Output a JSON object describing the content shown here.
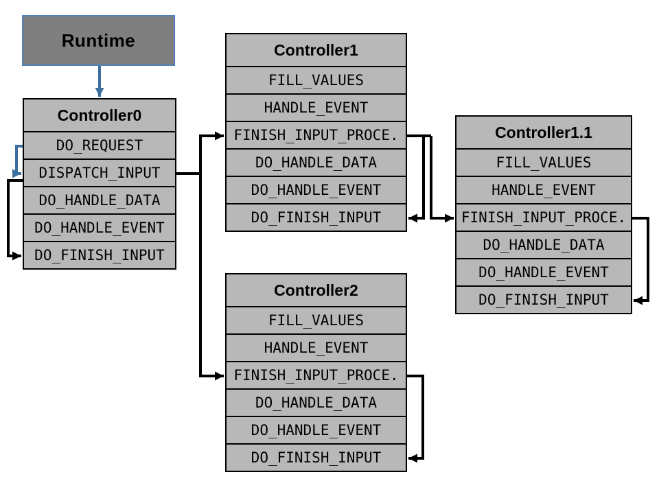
{
  "theme": {
    "background": "#ffffff",
    "box_fill": "#b8b8b8",
    "runtime_fill": "#7f7f7f",
    "runtime_border": "#4f81bd",
    "arrow_blue": "#3c6ea0",
    "arrow_black": "#000000",
    "border_black": "#000000"
  },
  "runtime": {
    "title": "Runtime"
  },
  "controllers": [
    {
      "title": "Controller0",
      "methods": [
        "DO_REQUEST",
        "DISPATCH_INPUT",
        "DO_HANDLE_DATA",
        "DO_HANDLE_EVENT",
        "DO_FINISH_INPUT"
      ]
    },
    {
      "title": "Controller1",
      "methods": [
        "FILL_VALUES",
        "HANDLE_EVENT",
        "FINISH_INPUT_PROCE.",
        "DO_HANDLE_DATA",
        "DO_HANDLE_EVENT",
        "DO_FINISH_INPUT"
      ]
    },
    {
      "title": "Controller1.1",
      "methods": [
        "FILL_VALUES",
        "HANDLE_EVENT",
        "FINISH_INPUT_PROCE.",
        "DO_HANDLE_DATA",
        "DO_HANDLE_EVENT",
        "DO_FINISH_INPUT"
      ]
    },
    {
      "title": "Controller2",
      "methods": [
        "FILL_VALUES",
        "HANDLE_EVENT",
        "FINISH_INPUT_PROCE.",
        "DO_HANDLE_DATA",
        "DO_HANDLE_EVENT",
        "DO_FINISH_INPUT"
      ]
    }
  ],
  "connections": [
    {
      "from": "Runtime",
      "to": "Controller0",
      "color": "blue"
    },
    {
      "from": "Controller0.DO_REQUEST",
      "to": "Controller0.DISPATCH_INPUT",
      "color": "blue"
    },
    {
      "from": "Controller0.DISPATCH_INPUT",
      "to": "Controller0.DO_FINISH_INPUT",
      "color": "black"
    },
    {
      "from": "Controller0.DISPATCH_INPUT",
      "to": "Controller1.FINISH_INPUT_PROCE.",
      "color": "black"
    },
    {
      "from": "Controller0.DISPATCH_INPUT",
      "to": "Controller2.FINISH_INPUT_PROCE.",
      "color": "black"
    },
    {
      "from": "Controller1.FINISH_INPUT_PROCE.",
      "to": "Controller1.DO_FINISH_INPUT",
      "color": "black"
    },
    {
      "from": "Controller1.FINISH_INPUT_PROCE.",
      "to": "Controller1.1.FINISH_INPUT_PROCE.",
      "color": "black"
    },
    {
      "from": "Controller1.1.FINISH_INPUT_PROCE.",
      "to": "Controller1.1.DO_FINISH_INPUT",
      "color": "black"
    },
    {
      "from": "Controller2.FINISH_INPUT_PROCE.",
      "to": "Controller2.DO_FINISH_INPUT",
      "color": "black"
    }
  ]
}
